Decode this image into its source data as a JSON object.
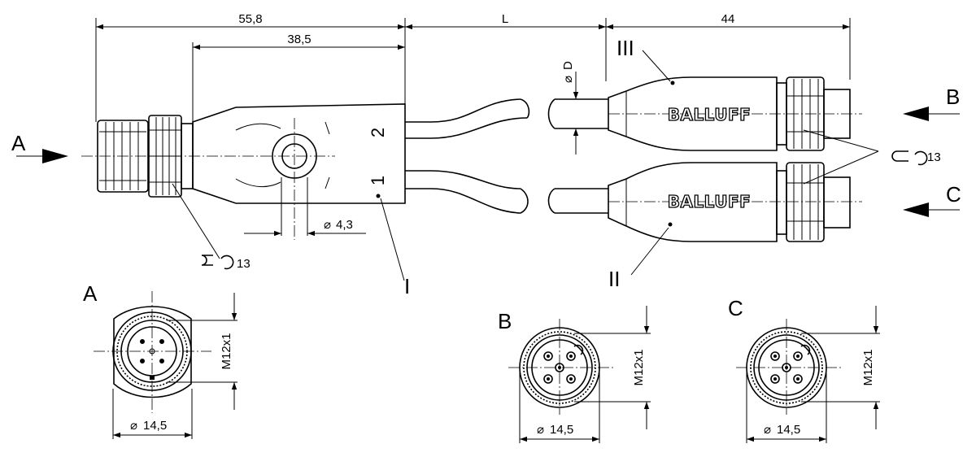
{
  "dimensions": {
    "total_length": "55,8",
    "splitter_length": "38,5",
    "cable_length": "L",
    "cable_diameter": "D",
    "connector_length": "44",
    "hole_diameter": "4,3",
    "thread": "M12x1",
    "nut_diameter": "14,5",
    "wrench_size": "13"
  },
  "labels": {
    "splitter_port_1": "1",
    "splitter_port_2": "2",
    "part_splitter": "I",
    "part_connector_2": "II",
    "part_connector_3": "III"
  },
  "brand": "BALLUFF",
  "views": {
    "a": "A",
    "b": "B",
    "c": "C"
  }
}
